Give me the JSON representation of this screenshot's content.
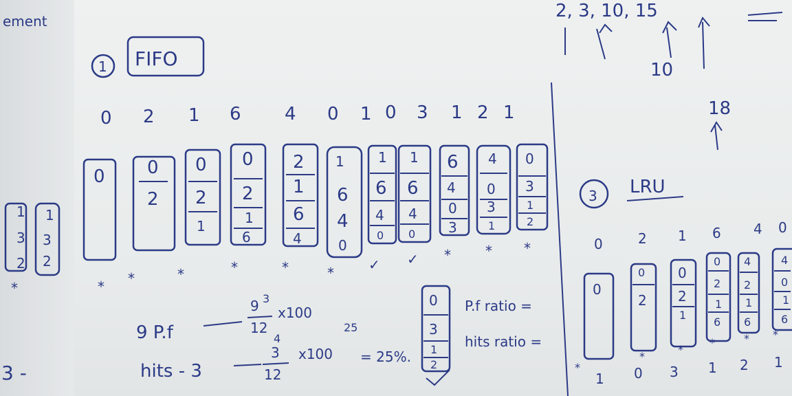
{
  "left_page": {
    "word_fragment": "ement",
    "cells_a": [
      "1",
      "3",
      "2"
    ],
    "cells_b": [
      "1",
      "3",
      "2"
    ],
    "miss_mark": "*",
    "bottom_text": "3 -"
  },
  "fifo": {
    "section_number": "1",
    "title": "FIFO",
    "reference_string": [
      "0",
      "2",
      "1",
      "6",
      "4",
      "0",
      "1",
      "0",
      "3",
      "1",
      "2",
      "1"
    ],
    "frames": [
      [
        "0"
      ],
      [
        "0",
        "2"
      ],
      [
        "0",
        "2",
        "1"
      ],
      [
        "0",
        "2",
        "1",
        "6"
      ],
      [
        "2",
        "1",
        "6",
        "4"
      ],
      [
        "1",
        "6",
        "4",
        "0"
      ],
      [
        "1",
        "6",
        "4",
        "0"
      ],
      [
        "1",
        "6",
        "4",
        "0"
      ],
      [
        "6",
        "4",
        "0",
        "3"
      ],
      [
        "4",
        "0",
        "3",
        "1"
      ],
      [
        "0",
        "3",
        "1",
        "2"
      ]
    ],
    "marks": [
      "*",
      "*",
      "*",
      "*",
      "*",
      "*",
      "✓",
      "✓",
      "*",
      "*",
      "*"
    ],
    "fault_label": "9 P.f",
    "fault_fraction_top": "9",
    "fault_fraction_top2": "3",
    "fault_fraction_bottom": "12",
    "fault_fraction_bottom2": "4",
    "fault_multiplier": "x100",
    "hit_label": "hits - 3",
    "hit_fraction_top": "3",
    "hit_fraction_bottom": "12",
    "hit_multiplier": "x100",
    "hit_small": "25",
    "hit_result": "= 25%.",
    "summary_frame": [
      "0",
      "3",
      "1",
      "2"
    ],
    "pf_ratio_label": "P.f ratio =",
    "hit_ratio_label": "hits ratio ="
  },
  "top_right": {
    "text1": "2, 3, 10, 15",
    "text2": "10",
    "text3": "18"
  },
  "lru": {
    "section_number": "3",
    "title": "LRU",
    "reference_string": [
      "0",
      "2",
      "1",
      "6",
      "4",
      "0"
    ],
    "frames": [
      [
        "0"
      ],
      [
        "0",
        "2"
      ],
      [
        "0",
        "2",
        "1"
      ],
      [
        "0",
        "2",
        "1",
        "6"
      ],
      [
        "4",
        "2",
        "1",
        "6"
      ],
      [
        "4",
        "0",
        "1",
        "6"
      ]
    ],
    "marks": [
      "*",
      "*",
      "*",
      "*",
      "*",
      "*"
    ],
    "bottom_sequence": [
      "1",
      "0",
      "3",
      "1",
      "2",
      "1"
    ]
  }
}
